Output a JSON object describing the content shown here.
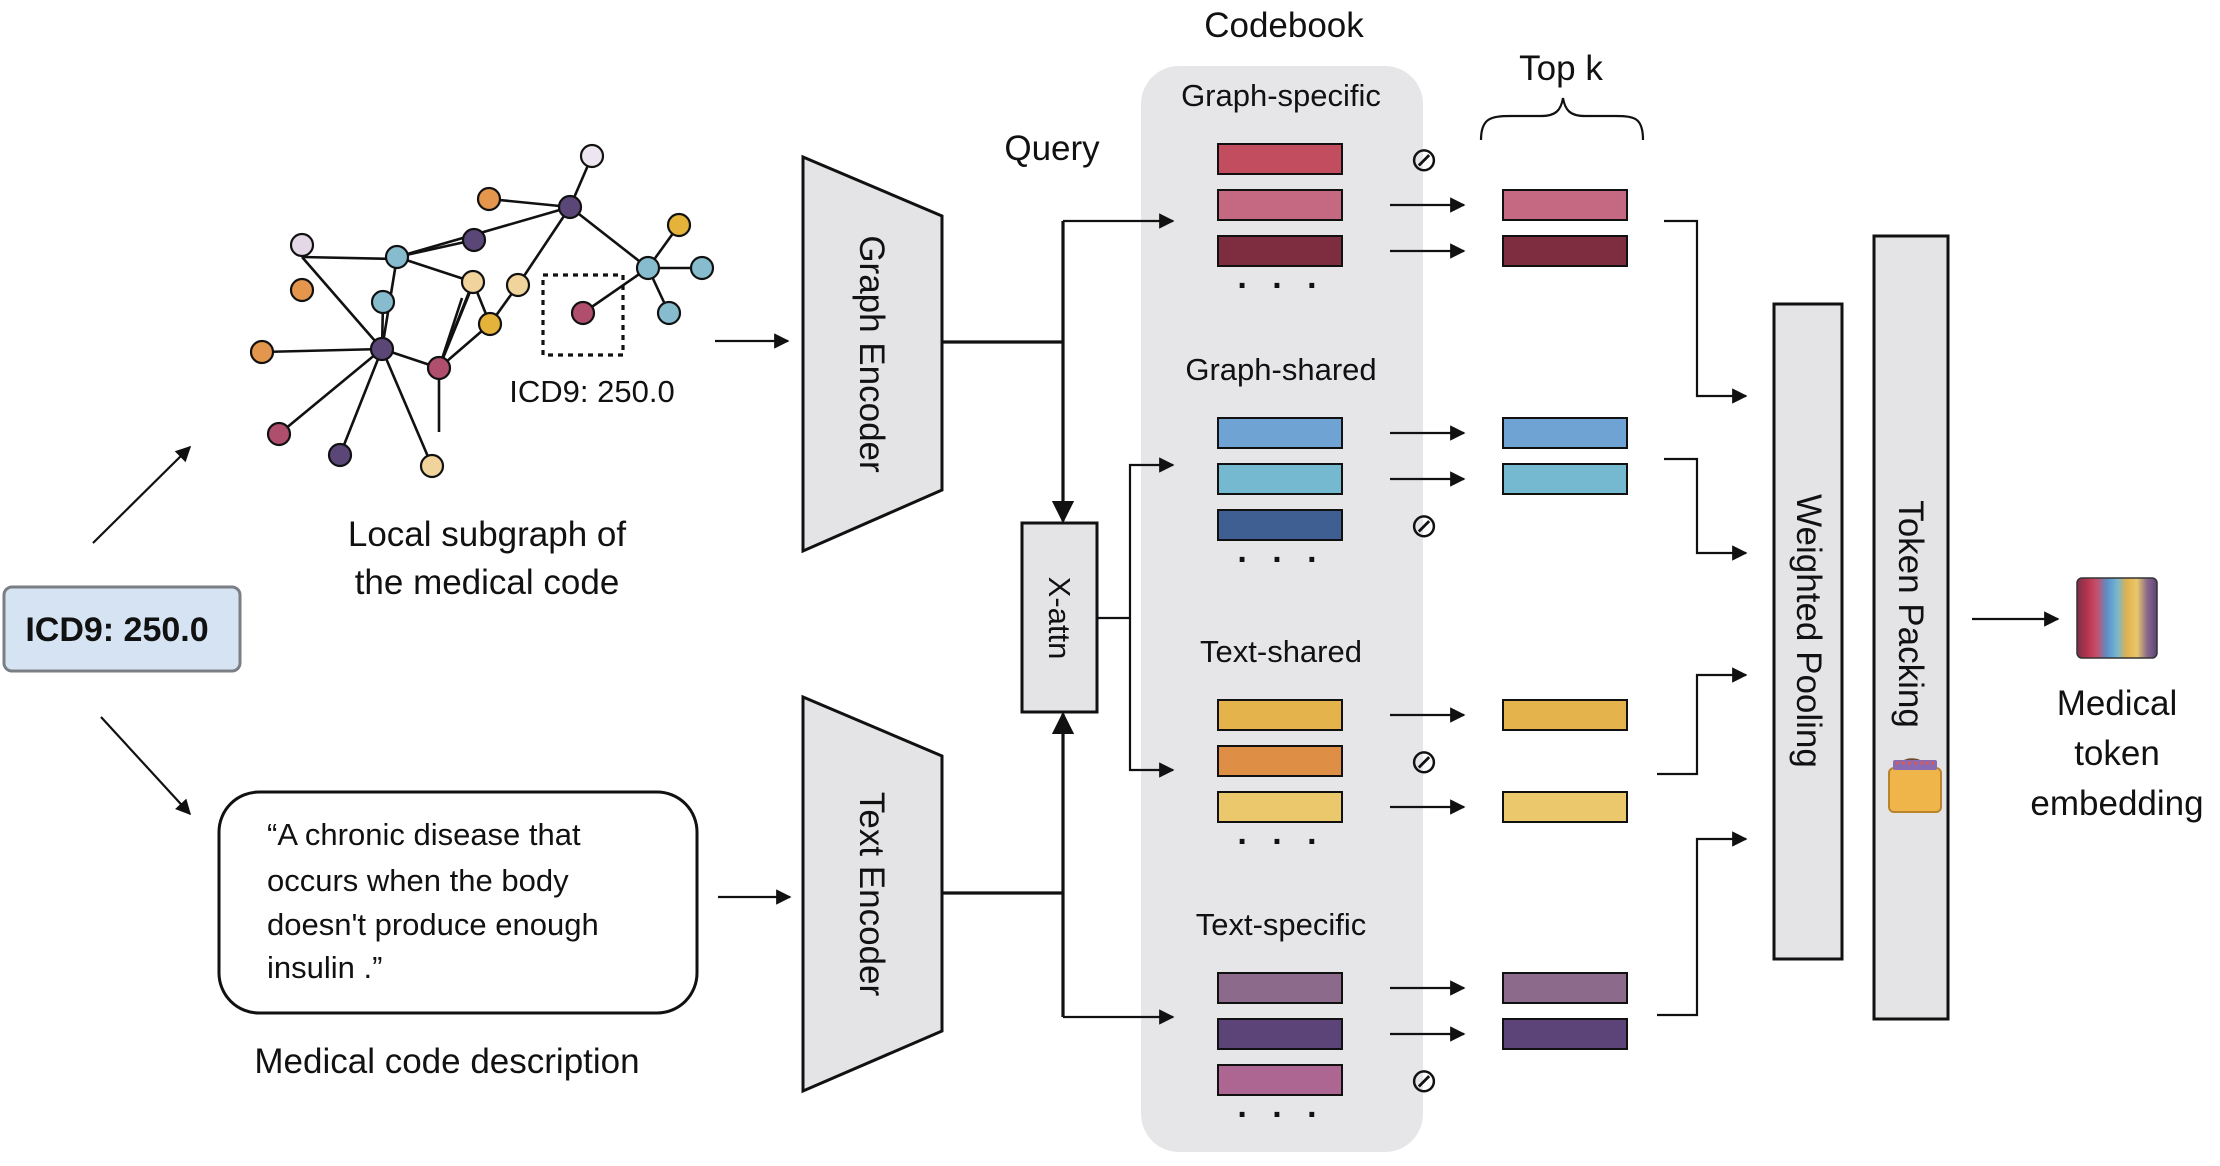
{
  "input_code": "ICD9: 250.0",
  "subgraph": {
    "tag": "ICD9: 250.0",
    "caption_line1": "Local subgraph of",
    "caption_line2": "the medical code"
  },
  "description": {
    "lines": [
      "“A chronic disease that",
      "occurs when the body",
      "doesn't produce enough",
      "insulin .”"
    ],
    "caption": "Medical code description"
  },
  "encoders": {
    "graph": "Graph Encoder",
    "text": "Text Encoder"
  },
  "cross_attention": "X-attn",
  "query_label": "Query",
  "codebook": {
    "title": "Codebook",
    "ellipsis": ". . .",
    "groups": [
      {
        "name": "Graph-specific",
        "colors": [
          "#c24d5e",
          "#c56983",
          "#7e2c3f"
        ],
        "selected": [
          false,
          true,
          true
        ]
      },
      {
        "name": "Graph-shared",
        "colors": [
          "#6fa3d4",
          "#75b9d0",
          "#3f5f93"
        ],
        "selected": [
          true,
          true,
          false
        ]
      },
      {
        "name": "Text-shared",
        "colors": [
          "#e5b34c",
          "#de8e45",
          "#ecc86c"
        ],
        "selected": [
          true,
          false,
          true
        ]
      },
      {
        "name": "Text-specific",
        "colors": [
          "#8c6a8c",
          "#5c4378",
          "#ad6592"
        ],
        "selected": [
          true,
          true,
          false
        ]
      }
    ]
  },
  "topk_label": "Top k",
  "excluded_symbol": "⊘",
  "pooling_label": "Weighted Pooling",
  "packing_label": "Token Packing",
  "output": {
    "line1": "Medical",
    "line2": "token",
    "line3": "embedding",
    "stripe_colors": [
      "#7a2f4b",
      "#b5344c",
      "#c6506a",
      "#5b8fc9",
      "#76b6d0",
      "#e1b24e",
      "#e9c86a",
      "#8a6a8c",
      "#5c4378"
    ]
  },
  "colors": {
    "panel_gray": "#e6e6e9",
    "input_box": "#d5e3f3",
    "encoder_fill": "#e4e4e6"
  }
}
